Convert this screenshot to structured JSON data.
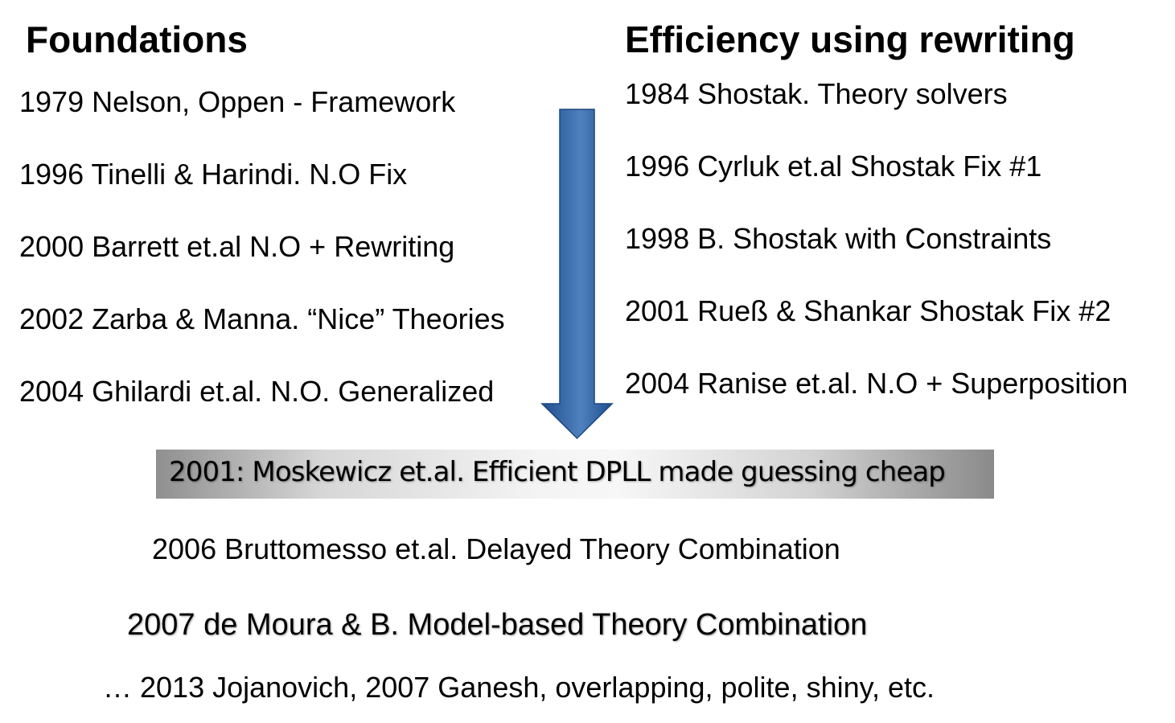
{
  "left_column": {
    "heading": "Foundations",
    "items": [
      "1979 Nelson, Oppen - Framework",
      "1996 Tinelli & Harindi. N.O Fix",
      "2000 Barrett et.al N.O + Rewriting",
      "2002 Zarba & Manna. “Nice” Theories",
      "2004 Ghilardi et.al. N.O. Generalized"
    ]
  },
  "right_column": {
    "heading": "Efficiency using rewriting",
    "items": [
      "1984 Shostak. Theory solvers",
      "1996 Cyrluk et.al Shostak Fix #1",
      "1998 B. Shostak with Constraints",
      "2001 Rueß & Shankar Shostak Fix #2",
      "2004 Ranise et.al. N.O + Superposition"
    ]
  },
  "banner": {
    "text": "2001: Moskewicz et.al. Efficient DPLL made guessing cheap"
  },
  "bottom": {
    "line1": "2006 Bruttomesso et.al. Delayed Theory Combination",
    "line2": "2007 de Moura & B. Model-based Theory Combination",
    "line3": "… 2013 Jojanovich, 2007 Ganesh, overlapping, polite, shiny, etc."
  },
  "colors": {
    "arrow_dark": "#1f4f8f",
    "arrow_light": "#4f81bd",
    "banner_edge": "#8a8a8a",
    "banner_center": "#f7f7f7"
  }
}
